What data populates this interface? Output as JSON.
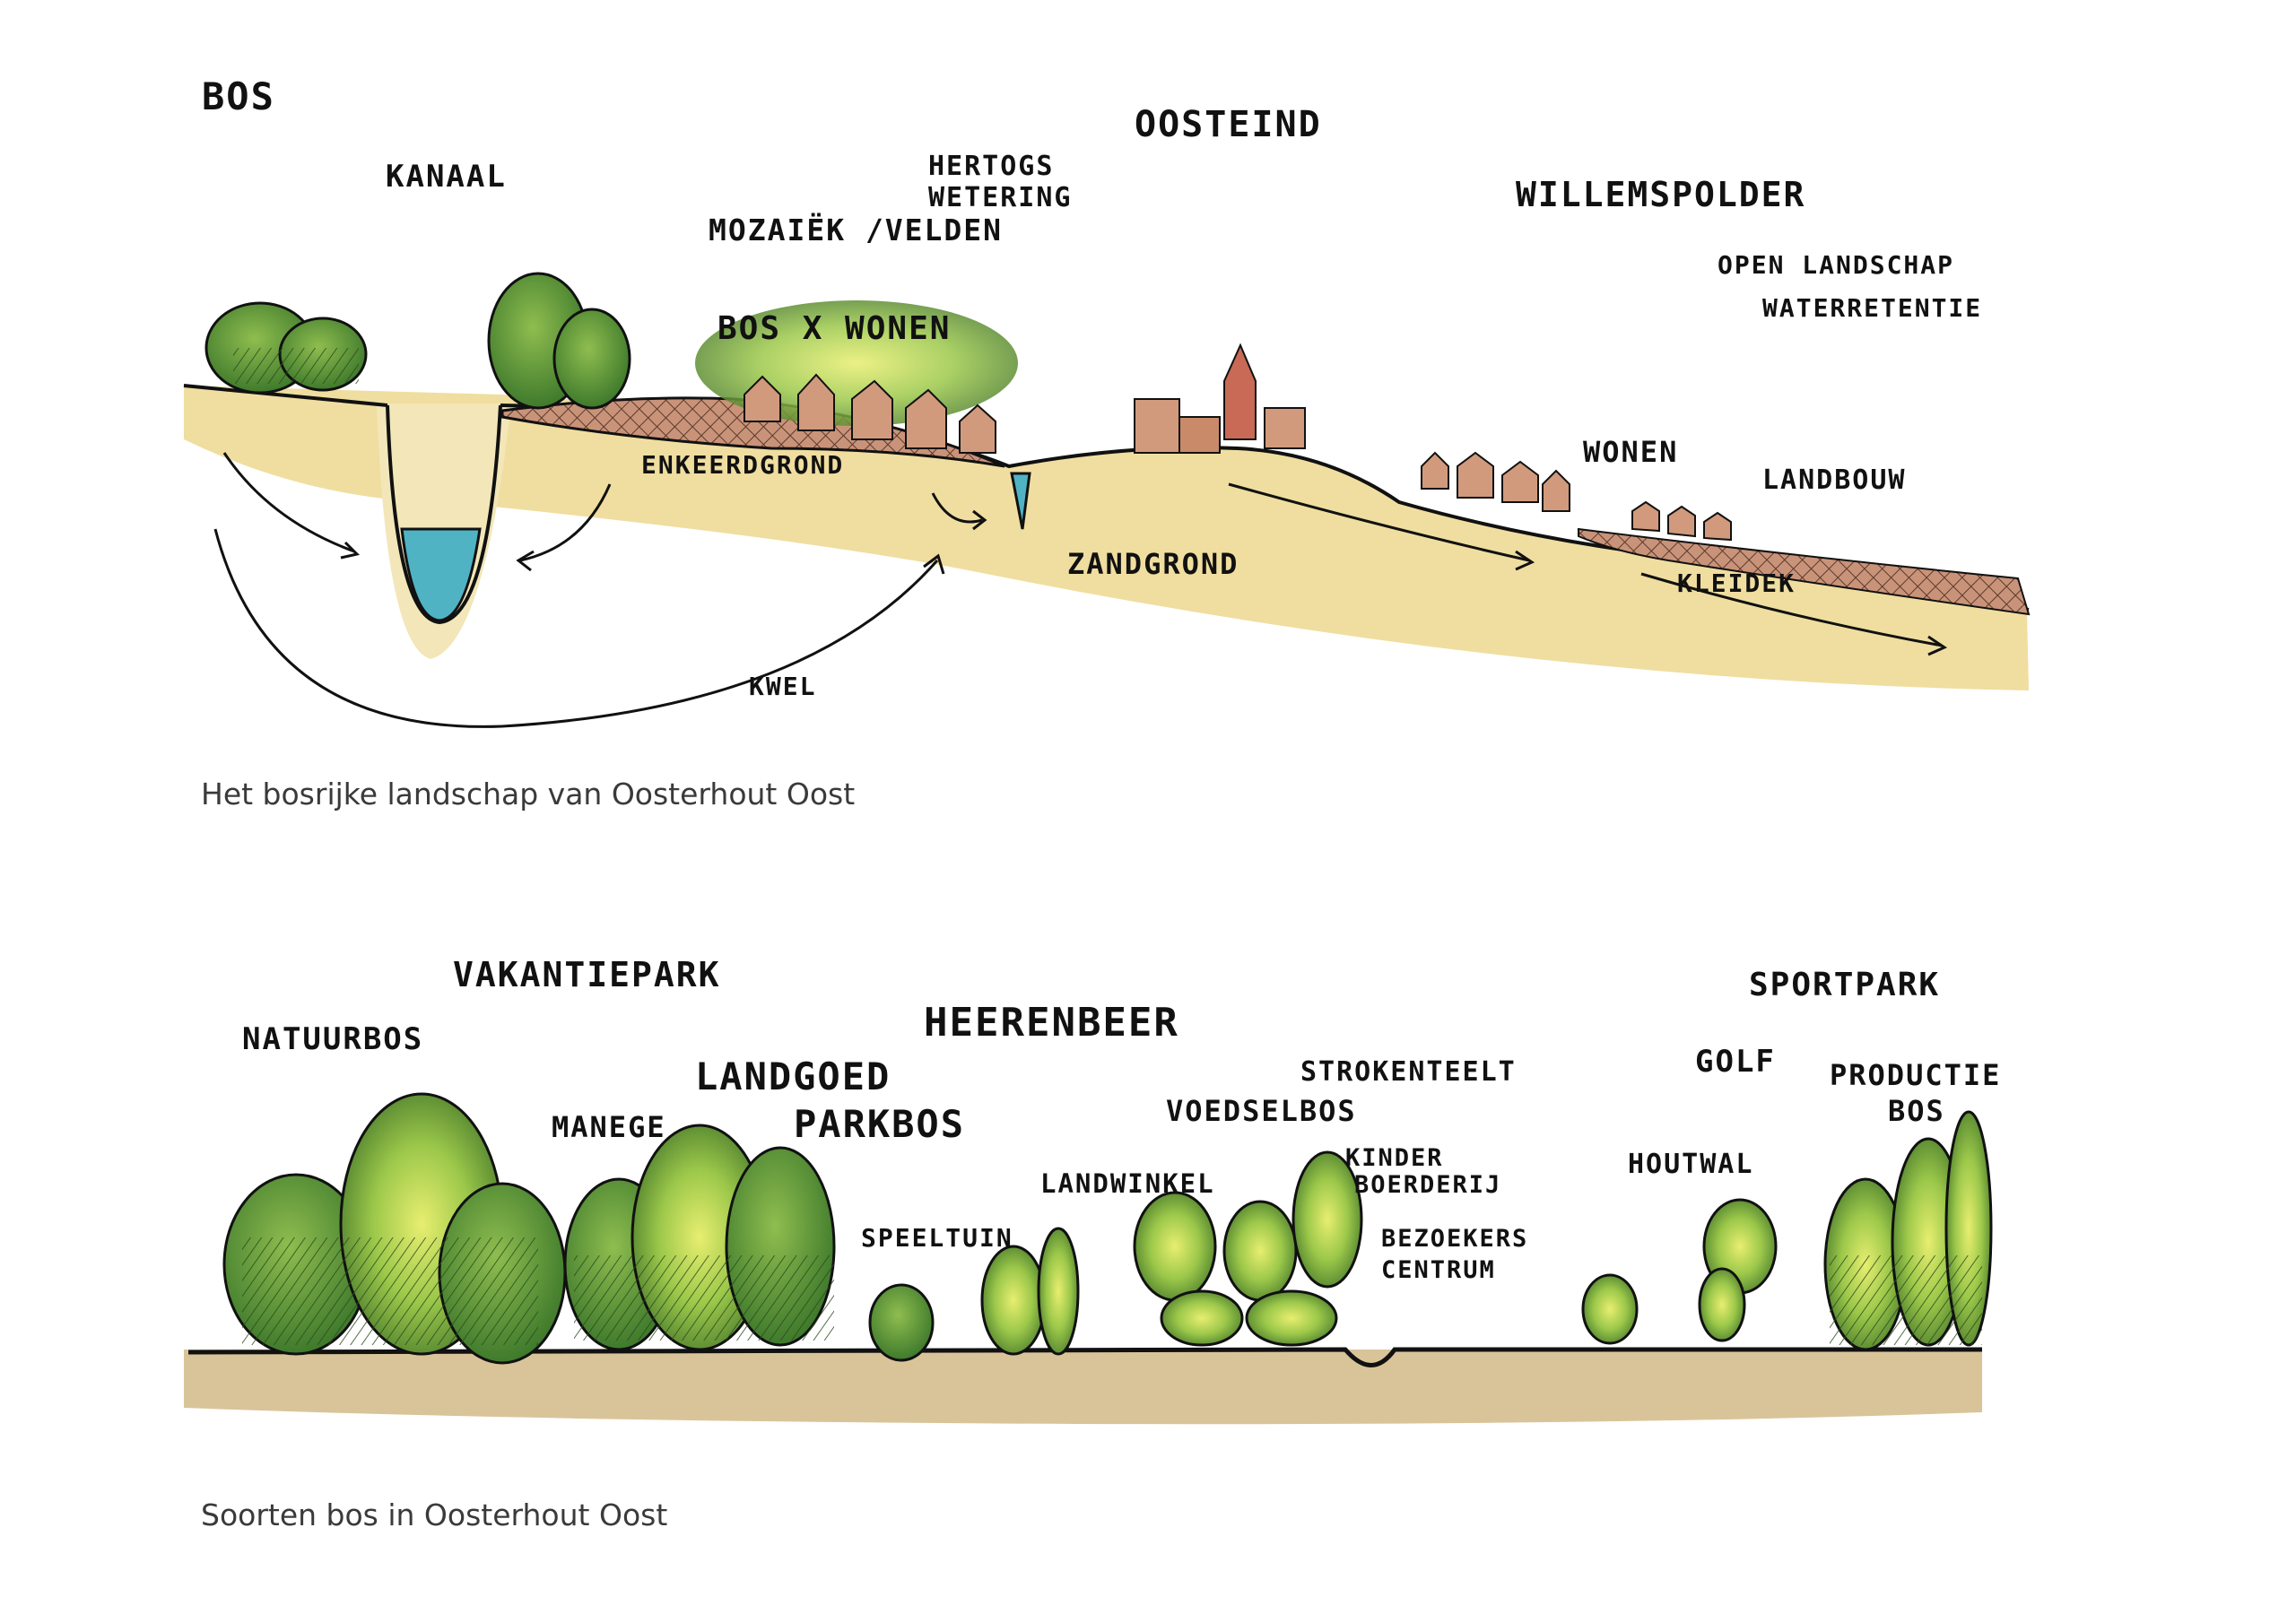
{
  "diagram1": {
    "labels": {
      "bos": "BOS",
      "kanaal": "KANAAL",
      "mozaiek": "MOZAIËK /VELDEN",
      "hertogs": "HERTOGS",
      "wetering": "WETERING",
      "oosteind": "OOSTEIND",
      "willemspolder": "WILLEMSPOLDER",
      "open_landschap": "OPEN LANDSCHAP",
      "waterretentie": "WATERRETENTIE",
      "bos_wonen": "BOS X WONEN",
      "enkeerdgrond": "ENKEERDGROND",
      "zandgrond": "ZANDGROND",
      "wonen": "WONEN",
      "landbouw": "LANDBOUW",
      "kleidek": "KLEIDEK",
      "kwel": "KWEL"
    },
    "caption": "Het bosrijke landschap van Oosterhout Oost"
  },
  "diagram2": {
    "labels": {
      "vakantiepark": "VAKANTIEPARK",
      "natuurbos": "NATUURBOS",
      "heerenbeer": "HEERENBEER",
      "landgoed": "LANDGOED",
      "manege": "MANEGE",
      "parkbos": "PARKBOS",
      "speeltuin": "SPEELTUIN",
      "landwinkel": "LANDWINKEL",
      "voedselbos": "VOEDSELBOS",
      "strokenteelt": "STROKENTEELT",
      "kinder": "KINDER",
      "boerderij": "BOERDERIJ",
      "bezoekers": "BEZOEKERS",
      "centrum": "CENTRUM",
      "sportpark": "SPORTPARK",
      "golf": "GOLF",
      "productie": "PRODUCTIE",
      "productie_bos": "BOS",
      "houtwal": "HOUTWAL"
    },
    "caption": "Soorten bos in Oosterhout Oost"
  },
  "colors": {
    "sand": "#f0dea0",
    "water": "#4fb3c4",
    "tree": "#6f9e3c",
    "tree_glow": "#b8d050",
    "roof": "#c98a6a",
    "church": "#c86a55",
    "outline": "#111111"
  }
}
